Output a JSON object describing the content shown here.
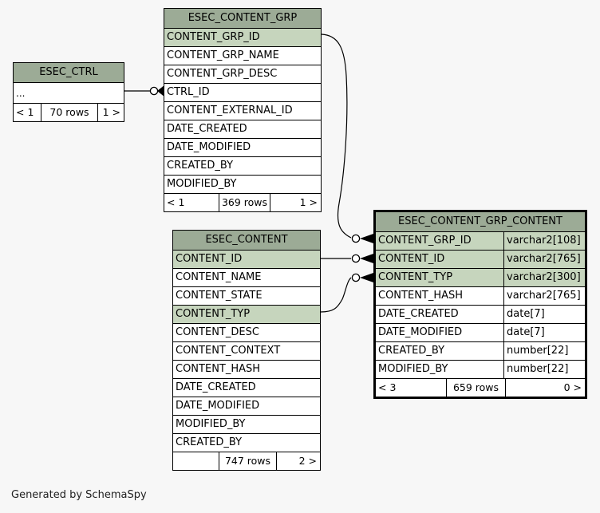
{
  "page": {
    "background": "#f7f7f7",
    "caption": "Generated by SchemaSpy",
    "header_color": "#9cab96",
    "pk_row_color": "#c6d5bd",
    "border_color": "#000000"
  },
  "tables": {
    "esec_ctrl": {
      "name": "ESEC_CTRL",
      "columns": [
        {
          "name": "...",
          "type": "",
          "pk": false
        }
      ],
      "footer": {
        "left": "< 1",
        "middle": "70 rows",
        "right": "1 >"
      }
    },
    "esec_content_grp": {
      "name": "ESEC_CONTENT_GRP",
      "columns": [
        {
          "name": "CONTENT_GRP_ID",
          "type": "",
          "pk": true
        },
        {
          "name": "CONTENT_GRP_NAME",
          "type": "",
          "pk": false
        },
        {
          "name": "CONTENT_GRP_DESC",
          "type": "",
          "pk": false
        },
        {
          "name": "CTRL_ID",
          "type": "",
          "pk": false
        },
        {
          "name": "CONTENT_EXTERNAL_ID",
          "type": "",
          "pk": false
        },
        {
          "name": "DATE_CREATED",
          "type": "",
          "pk": false
        },
        {
          "name": "DATE_MODIFIED",
          "type": "",
          "pk": false
        },
        {
          "name": "CREATED_BY",
          "type": "",
          "pk": false
        },
        {
          "name": "MODIFIED_BY",
          "type": "",
          "pk": false
        }
      ],
      "footer": {
        "left": "< 1",
        "middle": "369 rows",
        "right": "1 >"
      }
    },
    "esec_content": {
      "name": "ESEC_CONTENT",
      "columns": [
        {
          "name": "CONTENT_ID",
          "type": "",
          "pk": true
        },
        {
          "name": "CONTENT_NAME",
          "type": "",
          "pk": false
        },
        {
          "name": "CONTENT_STATE",
          "type": "",
          "pk": false
        },
        {
          "name": "CONTENT_TYP",
          "type": "",
          "pk": true
        },
        {
          "name": "CONTENT_DESC",
          "type": "",
          "pk": false
        },
        {
          "name": "CONTENT_CONTEXT",
          "type": "",
          "pk": false
        },
        {
          "name": "CONTENT_HASH",
          "type": "",
          "pk": false
        },
        {
          "name": "DATE_CREATED",
          "type": "",
          "pk": false
        },
        {
          "name": "DATE_MODIFIED",
          "type": "",
          "pk": false
        },
        {
          "name": "MODIFIED_BY",
          "type": "",
          "pk": false
        },
        {
          "name": "CREATED_BY",
          "type": "",
          "pk": false
        }
      ],
      "footer": {
        "left": "",
        "middle": "747 rows",
        "right": "2 >"
      }
    },
    "esec_content_grp_content": {
      "name": "ESEC_CONTENT_GRP_CONTENT",
      "columns": [
        {
          "name": "CONTENT_GRP_ID",
          "type": "varchar2[108]",
          "pk": true
        },
        {
          "name": "CONTENT_ID",
          "type": "varchar2[765]",
          "pk": true
        },
        {
          "name": "CONTENT_TYP",
          "type": "varchar2[300]",
          "pk": true
        },
        {
          "name": "CONTENT_HASH",
          "type": "varchar2[765]",
          "pk": false
        },
        {
          "name": "DATE_CREATED",
          "type": "date[7]",
          "pk": false
        },
        {
          "name": "DATE_MODIFIED",
          "type": "date[7]",
          "pk": false
        },
        {
          "name": "CREATED_BY",
          "type": "number[22]",
          "pk": false
        },
        {
          "name": "MODIFIED_BY",
          "type": "number[22]",
          "pk": false
        }
      ],
      "footer": {
        "left": "< 3",
        "middle": "659 rows",
        "right": "0 >"
      }
    }
  },
  "relationships": [
    {
      "from_table": "ESEC_CTRL",
      "from_column": "...",
      "to_table": "ESEC_CONTENT_GRP",
      "to_column": "CTRL_ID",
      "from_cardinality": "zero-or-one",
      "to_cardinality": "many"
    },
    {
      "from_table": "ESEC_CONTENT_GRP",
      "from_column": "CONTENT_GRP_ID",
      "to_table": "ESEC_CONTENT_GRP_CONTENT",
      "to_column": "CONTENT_GRP_ID",
      "from_cardinality": "zero-or-one",
      "to_cardinality": "many"
    },
    {
      "from_table": "ESEC_CONTENT",
      "from_column": "CONTENT_ID",
      "to_table": "ESEC_CONTENT_GRP_CONTENT",
      "to_column": "CONTENT_ID",
      "from_cardinality": "zero-or-one",
      "to_cardinality": "many"
    },
    {
      "from_table": "ESEC_CONTENT",
      "from_column": "CONTENT_TYP",
      "to_table": "ESEC_CONTENT_GRP_CONTENT",
      "to_column": "CONTENT_TYP",
      "from_cardinality": "zero-or-one",
      "to_cardinality": "many"
    }
  ]
}
